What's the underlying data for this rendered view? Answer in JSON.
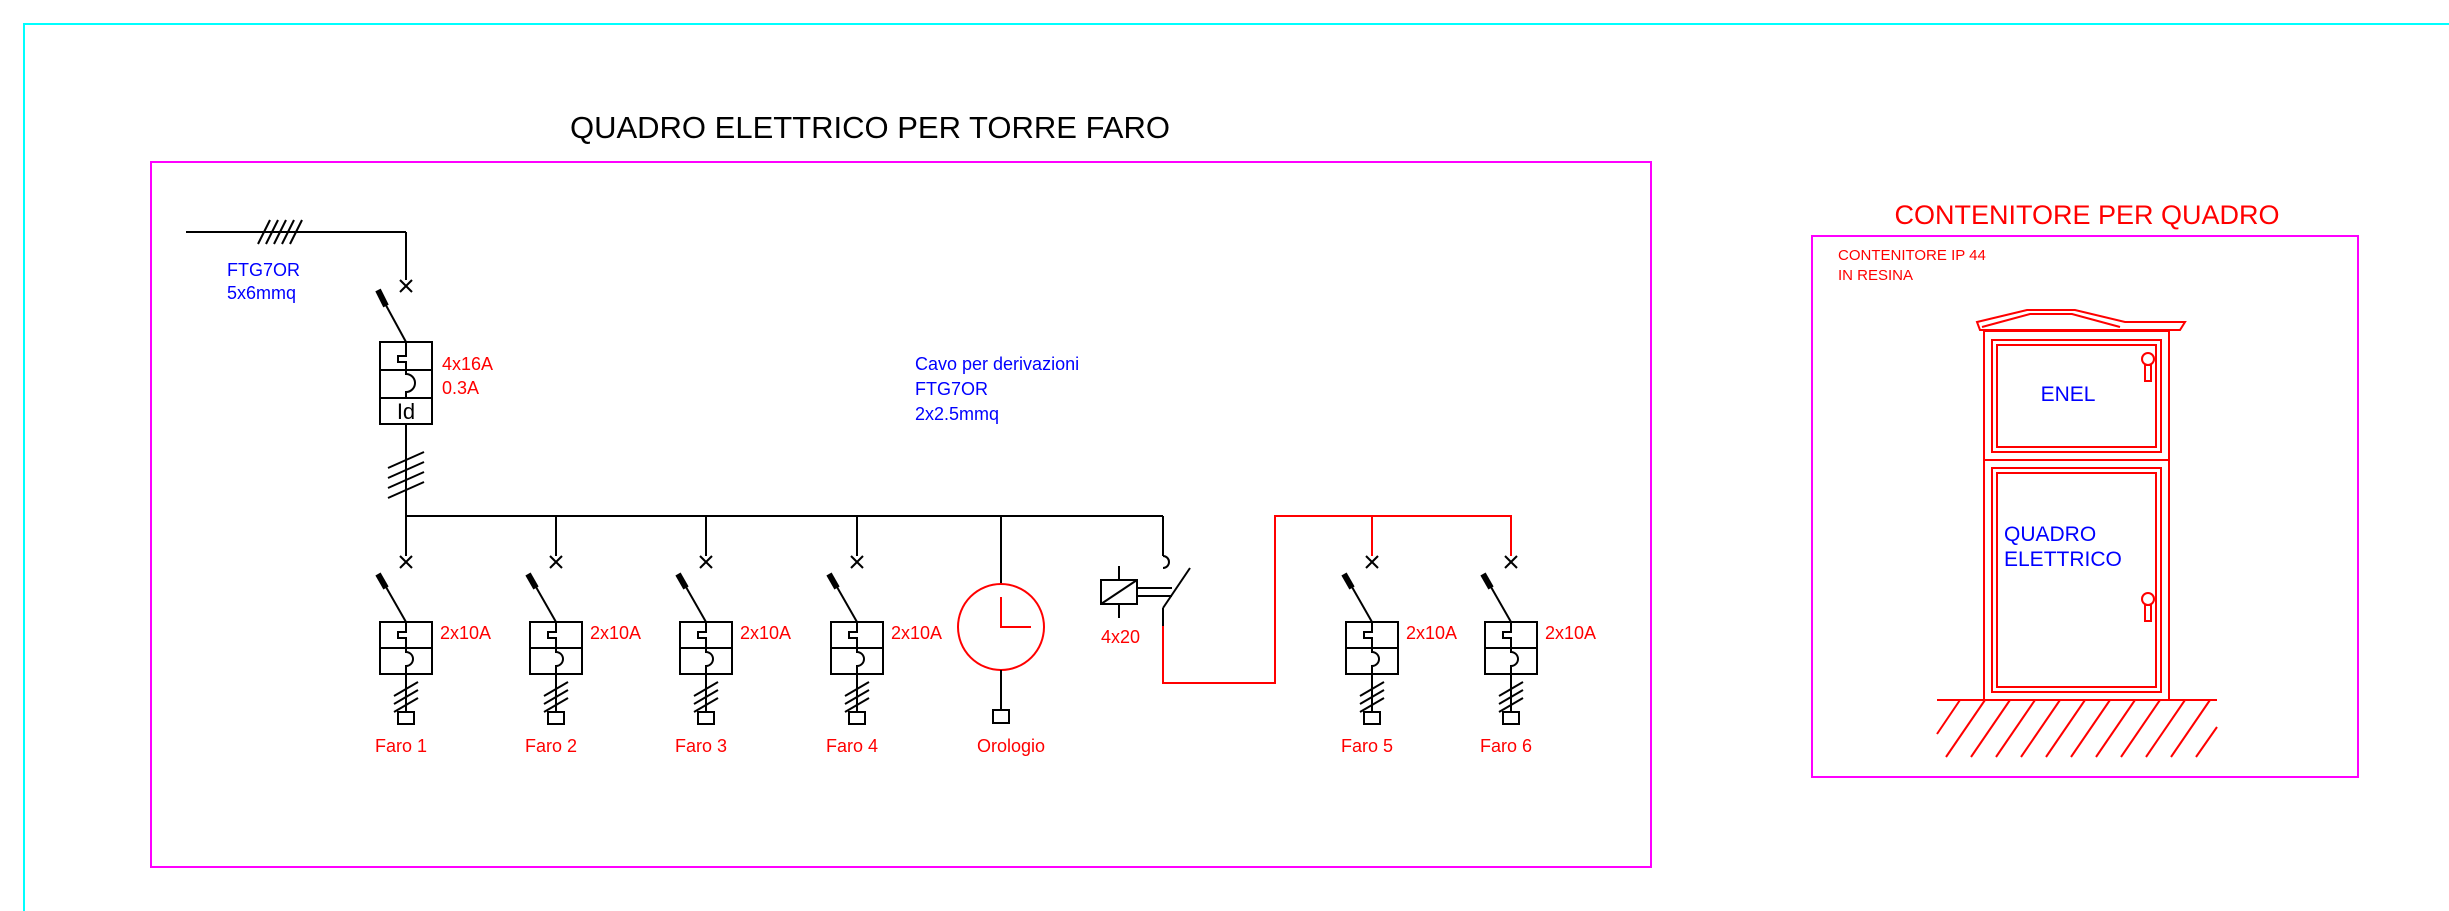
{
  "main_title": "QUADRO ELETTRICO PER TORRE FARO",
  "cabinet_title": "CONTENITORE PER QUADRO",
  "feed_cable": {
    "type": "FTG7OR",
    "section": "5x6mmq"
  },
  "main_breaker": {
    "rating": "4x16A",
    "sensitivity": "0.3A",
    "symbol": "Id"
  },
  "branch_cable_note": {
    "title": "Cavo per derivazioni",
    "type": "FTG7OR",
    "section": "2x2.5mmq"
  },
  "branches": [
    {
      "label": "Faro 1",
      "rating": "2x10A"
    },
    {
      "label": "Faro 2",
      "rating": "2x10A"
    },
    {
      "label": "Faro 3",
      "rating": "2x10A"
    },
    {
      "label": "Faro 4",
      "rating": "2x10A"
    },
    {
      "label": "Faro 5",
      "rating": "2x10A"
    },
    {
      "label": "Faro 6",
      "rating": "2x10A"
    }
  ],
  "clock": {
    "label": "Orologio"
  },
  "contactor": {
    "rating": "4x20"
  },
  "cabinet": {
    "note_line1": "CONTENITORE IP 44",
    "note_line2": "IN RESINA",
    "top_compartment": "ENEL",
    "bottom_line1": "QUADRO",
    "bottom_line2": "ELETTRICO"
  },
  "colors": {
    "frame": "#00ffff",
    "border": "#ff00ff",
    "label": "#ff0000",
    "cable": "#0000ff",
    "line": "#000000"
  }
}
